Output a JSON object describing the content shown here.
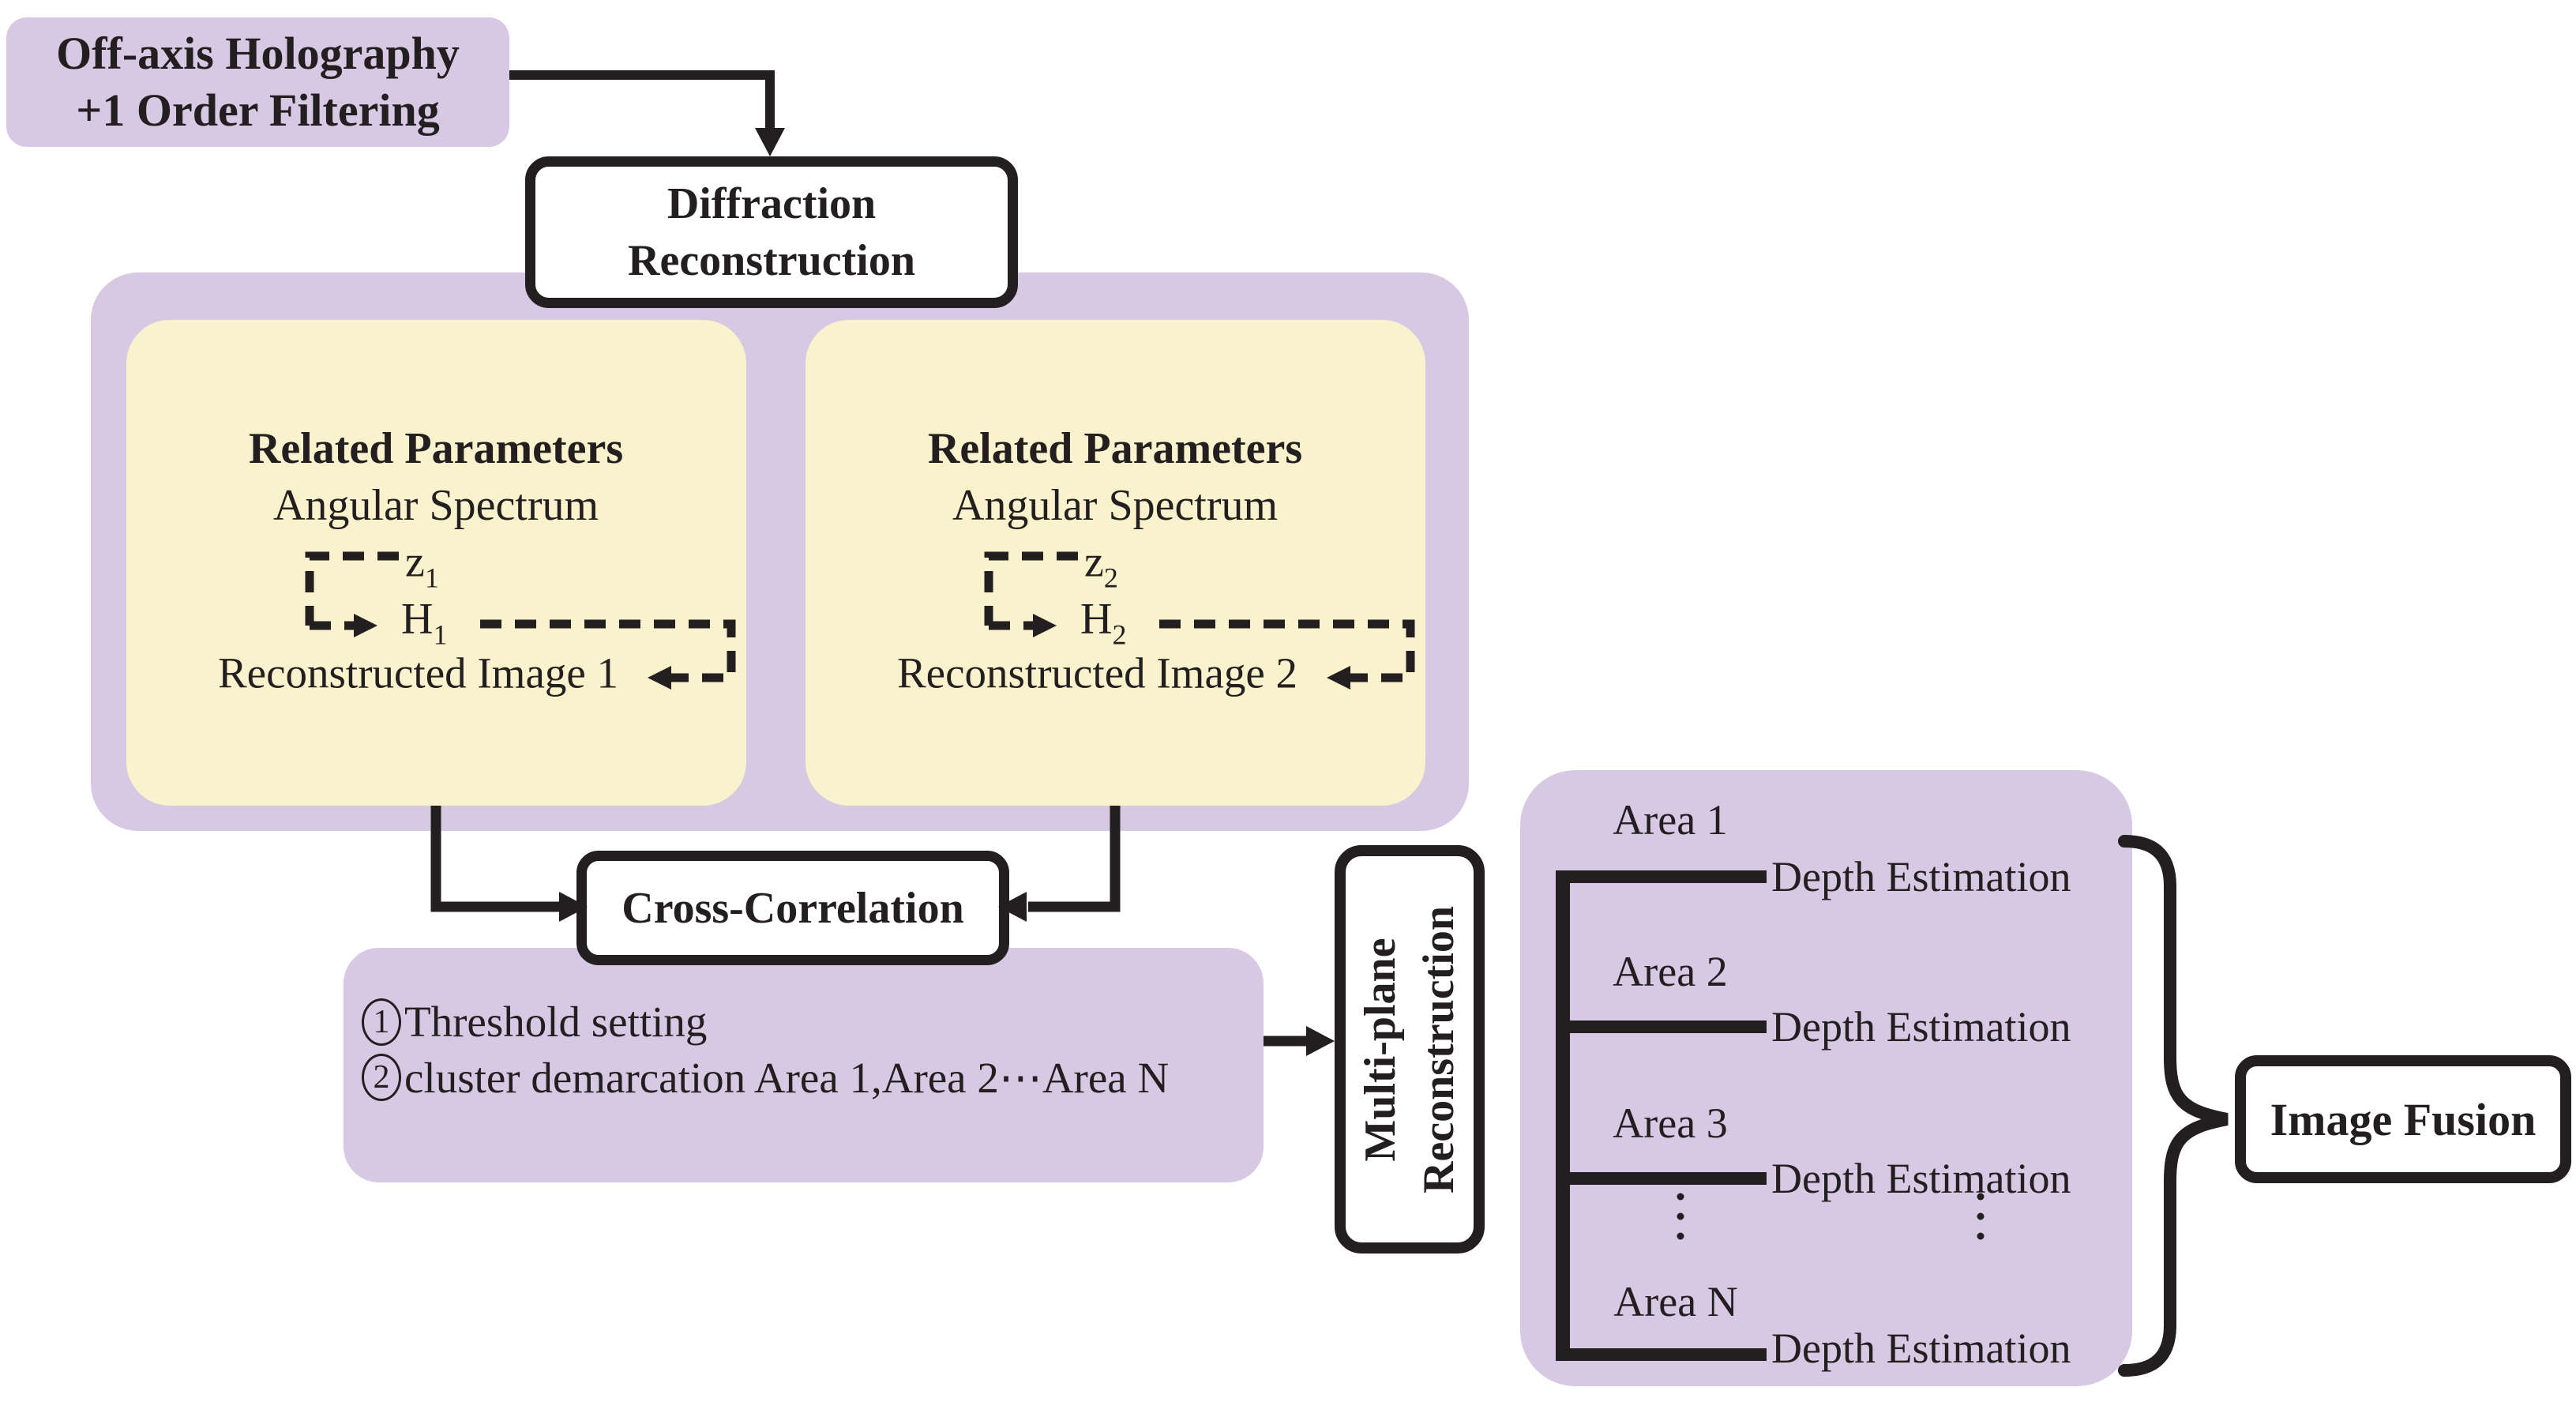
{
  "colors": {
    "purple": "#d7c8e3",
    "yellow": "#faf2cc",
    "ink": "#231f20",
    "card_bg": "#ffffff"
  },
  "nodes": {
    "offaxis": {
      "line1": "Off-axis Holography",
      "line2": "+1 Order Filtering"
    },
    "diffraction": {
      "line1": "Diffraction",
      "line2": "Reconstruction"
    },
    "params1": {
      "title": "Related Parameters",
      "method": "Angular Spectrum",
      "var_z": "z",
      "var_z_sub": "1",
      "var_h": "H",
      "var_h_sub": "1",
      "result": "Reconstructed Image 1"
    },
    "params2": {
      "title": "Related Parameters",
      "method": "Angular Spectrum",
      "var_z": "z",
      "var_z_sub": "2",
      "var_h": "H",
      "var_h_sub": "2",
      "result": "Reconstructed Image 2"
    },
    "cross": {
      "label": "Cross-Correlation"
    },
    "threshold": {
      "step1_num": "1",
      "step1": "Threshold setting",
      "step2_num": "2",
      "step2": "cluster demarcation Area 1,Area 2⋯Area N"
    },
    "multiplane": {
      "line1": "Multi-plane",
      "line2": "Reconstruction"
    },
    "area_tree": {
      "rows": [
        {
          "area": "Area 1",
          "depth": "Depth Estimation"
        },
        {
          "area": "Area 2",
          "depth": "Depth Estimation"
        },
        {
          "area": "Area 3",
          "depth": "Depth Estimation"
        },
        {
          "area": "Area N",
          "depth": "Depth Estimation"
        }
      ]
    },
    "fusion": {
      "label": "Image Fusion"
    }
  }
}
